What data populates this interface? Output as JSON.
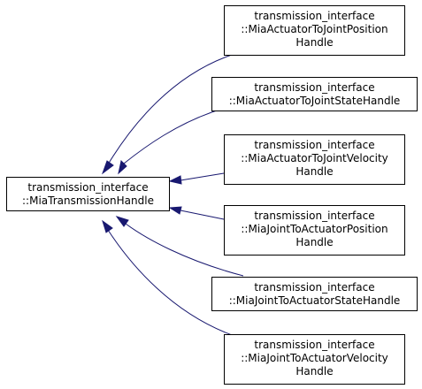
{
  "base_class": {
    "line1": "transmission_interface",
    "line2": "::MiaTransmissionHandle"
  },
  "derived_classes": [
    {
      "line1": "transmission_interface",
      "line2": "::MiaActuatorToJointPosition",
      "line3": "Handle"
    },
    {
      "line1": "transmission_interface",
      "line2": "::MiaActuatorToJointStateHandle"
    },
    {
      "line1": "transmission_interface",
      "line2": "::MiaActuatorToJointVelocity",
      "line3": "Handle"
    },
    {
      "line1": "transmission_interface",
      "line2": "::MiaJointToActuatorPosition",
      "line3": "Handle"
    },
    {
      "line1": "transmission_interface",
      "line2": "::MiaJointToActuatorStateHandle"
    },
    {
      "line1": "transmission_interface",
      "line2": "::MiaJointToActuatorVelocity",
      "line3": "Handle"
    }
  ],
  "colors": {
    "edge": "#191970",
    "box_border": "#000000",
    "background": "#ffffff"
  }
}
